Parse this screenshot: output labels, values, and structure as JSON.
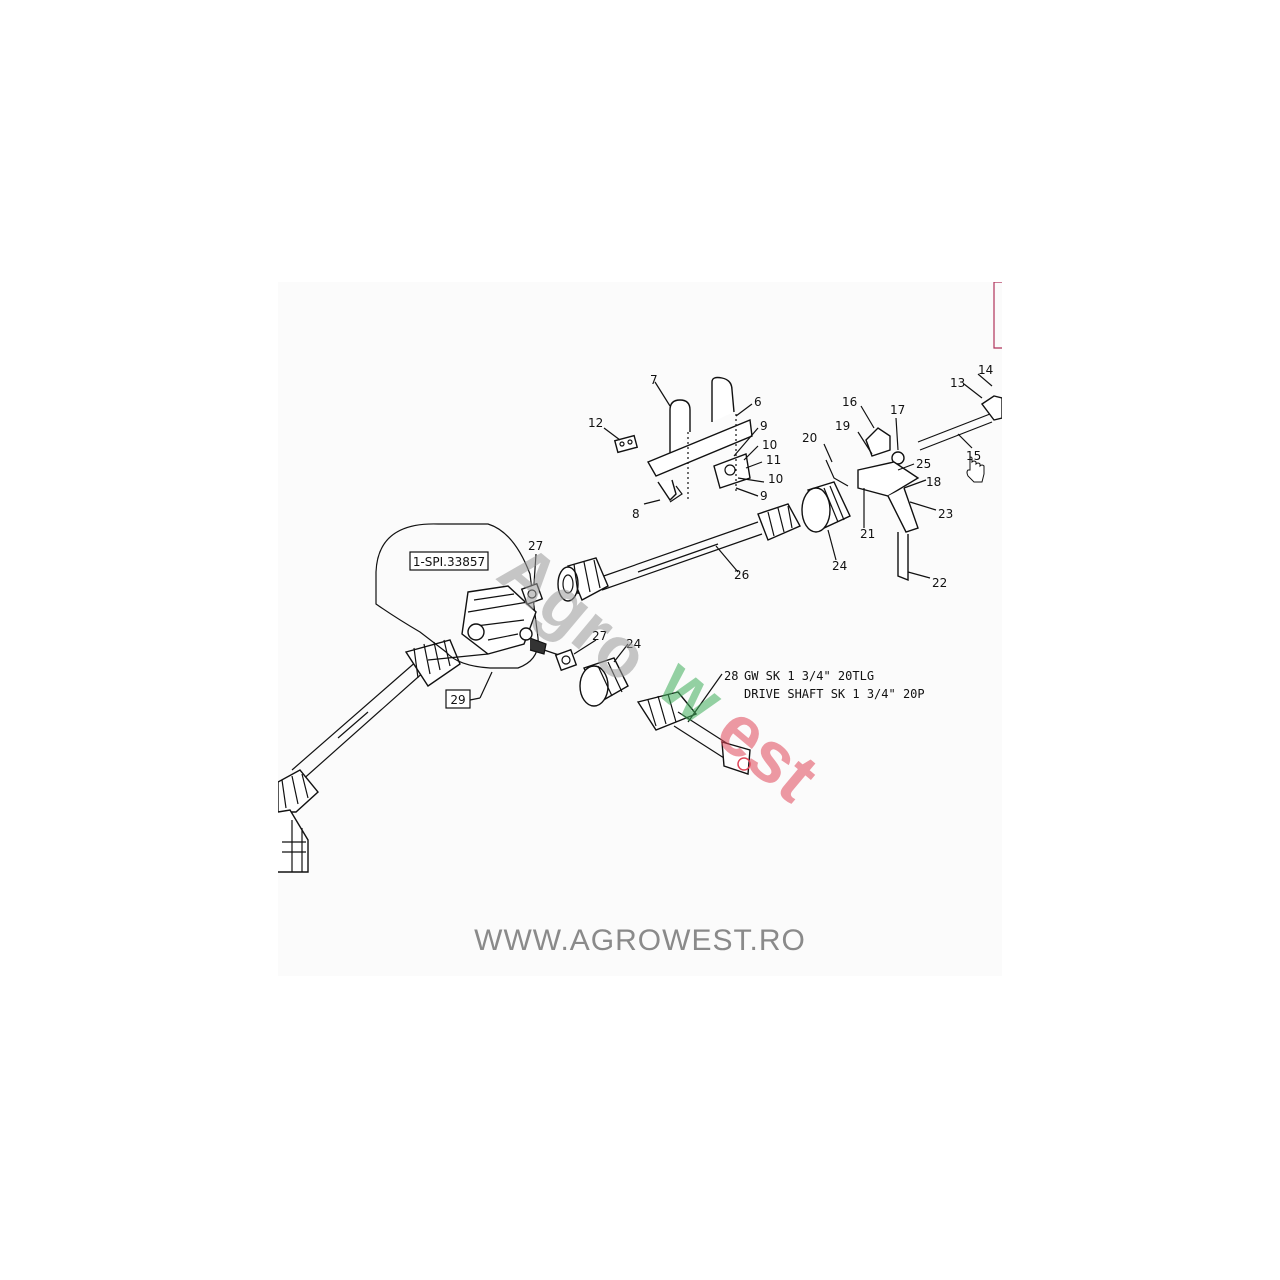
{
  "callouts": {
    "c1": "1-SPI.33857",
    "c6": "6",
    "c7": "7",
    "c8": "8",
    "c9a": "9",
    "c9b": "9",
    "c10a": "10",
    "c10b": "10",
    "c11": "11",
    "c12": "12",
    "c13": "13",
    "c14": "14",
    "c15": "15",
    "c16": "16",
    "c17": "17",
    "c18": "18",
    "c19": "19",
    "c20": "20",
    "c21": "21",
    "c22": "22",
    "c23": "23",
    "c24a": "24",
    "c24b": "24",
    "c25": "25",
    "c26": "26",
    "c27a": "27",
    "c27b": "27",
    "c28": "28",
    "c29": "29"
  },
  "drive_shaft": {
    "line1": "GW SK 1 3/4\" 20TLG",
    "line2": "DRIVE SHAFT SK 1 3/4\" 20P"
  },
  "watermark": {
    "part1": "Agro",
    "part2": "w",
    "part3": "est",
    "colors": {
      "gray": "#9a9a9a",
      "green": "#3fae5a",
      "red": "#e0485a"
    }
  },
  "footer": {
    "url": "WWW.AGROWEST.RO"
  },
  "icons": {
    "cursor": "hand-pointer-icon"
  }
}
